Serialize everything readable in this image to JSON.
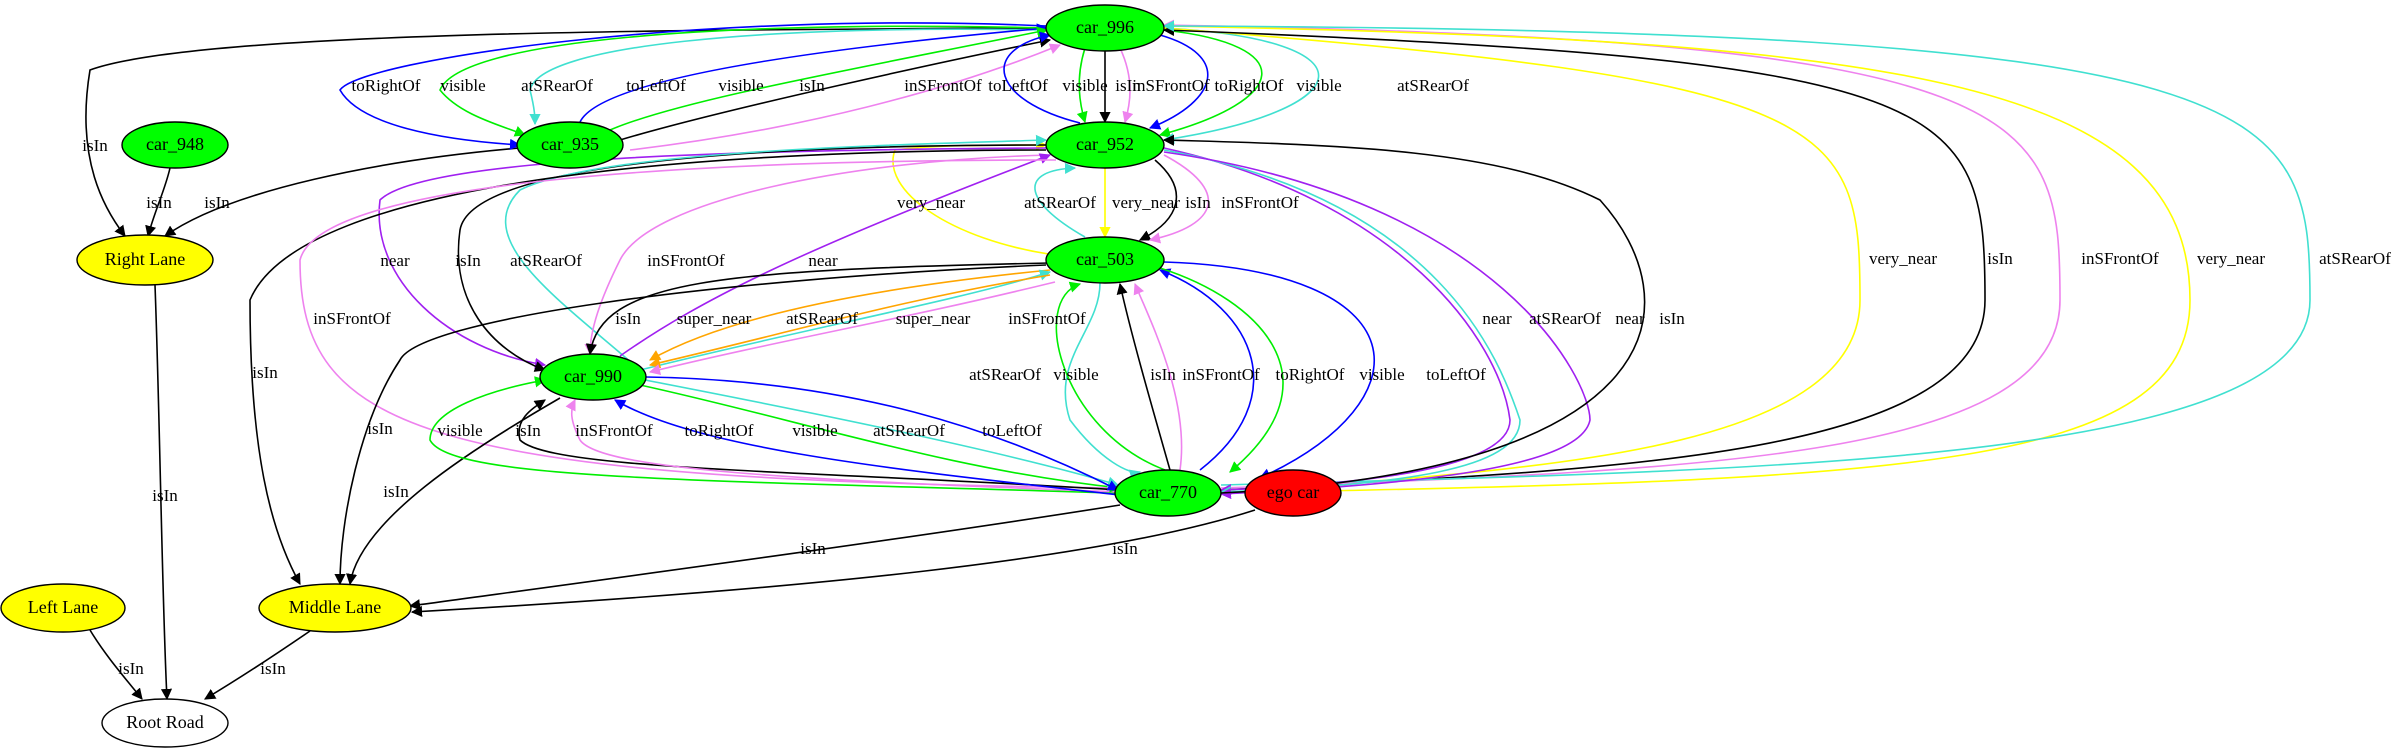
{
  "colors": {
    "green": "#00ff00",
    "yellow": "#ffff00",
    "red": "#ff0000",
    "white": "#ffffff",
    "black": "#000000",
    "blue": "#0000ff",
    "lime": "#00ee00",
    "turquoise": "#40e0d0",
    "violet": "#ee82ee",
    "purple": "#a020f0",
    "orange": "#ffa500",
    "gold": "#ffff00"
  },
  "nodes": [
    {
      "id": "car_996",
      "label": "car_996",
      "fill": "green"
    },
    {
      "id": "car_948",
      "label": "car_948",
      "fill": "green"
    },
    {
      "id": "car_935",
      "label": "car_935",
      "fill": "green"
    },
    {
      "id": "car_952",
      "label": "car_952",
      "fill": "green"
    },
    {
      "id": "right_lane",
      "label": "Right Lane",
      "fill": "yellow"
    },
    {
      "id": "car_503",
      "label": "car_503",
      "fill": "green"
    },
    {
      "id": "car_990",
      "label": "car_990",
      "fill": "green"
    },
    {
      "id": "car_770",
      "label": "car_770",
      "fill": "green"
    },
    {
      "id": "ego_car",
      "label": "ego car",
      "fill": "red"
    },
    {
      "id": "left_lane",
      "label": "Left Lane",
      "fill": "yellow"
    },
    {
      "id": "middle_lane",
      "label": "Middle Lane",
      "fill": "yellow"
    },
    {
      "id": "root_road",
      "label": "Root Road",
      "fill": "white"
    }
  ],
  "edges": [
    {
      "from": "car_996",
      "to": "right_lane",
      "label": "isIn",
      "color": "black"
    },
    {
      "from": "car_948",
      "to": "right_lane",
      "label": "isIn",
      "color": "black"
    },
    {
      "from": "car_935",
      "to": "right_lane",
      "label": "isIn",
      "color": "black"
    },
    {
      "from": "right_lane",
      "to": "root_road",
      "label": "isIn",
      "color": "black"
    },
    {
      "from": "left_lane",
      "to": "root_road",
      "label": "isIn",
      "color": "black"
    },
    {
      "from": "middle_lane",
      "to": "root_road",
      "label": "isIn",
      "color": "black"
    },
    {
      "from": "car_996",
      "to": "car_935",
      "label": "toRightOf",
      "color": "blue"
    },
    {
      "from": "car_996",
      "to": "car_935",
      "label": "visible",
      "color": "lime"
    },
    {
      "from": "car_996",
      "to": "car_935",
      "label": "atSRearOf",
      "color": "turquoise"
    },
    {
      "from": "car_935",
      "to": "car_996",
      "label": "toLeftOf",
      "color": "blue"
    },
    {
      "from": "car_935",
      "to": "car_996",
      "label": "visible",
      "color": "lime"
    },
    {
      "from": "car_935",
      "to": "car_996",
      "label": "isIn",
      "color": "black"
    },
    {
      "from": "car_935",
      "to": "car_996",
      "label": "inSFrontOf",
      "color": "violet"
    },
    {
      "from": "car_952",
      "to": "car_996",
      "label": "toLeftOf",
      "color": "blue"
    },
    {
      "from": "car_996",
      "to": "car_952",
      "label": "visible",
      "color": "lime"
    },
    {
      "from": "car_996",
      "to": "car_952",
      "label": "isIn",
      "color": "black"
    },
    {
      "from": "car_996",
      "to": "car_952",
      "label": "inSFrontOf",
      "color": "violet"
    },
    {
      "from": "car_996",
      "to": "car_952",
      "label": "toRightOf",
      "color": "blue"
    },
    {
      "from": "car_996",
      "to": "car_952",
      "label": "visible",
      "color": "lime"
    },
    {
      "from": "car_996",
      "to": "car_952",
      "label": "atSRearOf",
      "color": "turquoise"
    },
    {
      "from": "car_770",
      "to": "car_996",
      "label": "very_near",
      "color": "gold"
    },
    {
      "from": "car_770",
      "to": "car_996",
      "label": "isIn",
      "color": "black"
    },
    {
      "from": "car_770",
      "to": "car_996",
      "label": "inSFrontOf",
      "color": "violet"
    },
    {
      "from": "car_996",
      "to": "car_770",
      "label": "very_near",
      "color": "gold"
    },
    {
      "from": "car_770",
      "to": "car_996",
      "label": "atSRearOf",
      "color": "turquoise"
    },
    {
      "from": "car_503",
      "to": "car_952",
      "label": "very_near",
      "color": "gold"
    },
    {
      "from": "car_503",
      "to": "car_952",
      "label": "atSRearOf",
      "color": "turquoise"
    },
    {
      "from": "car_952",
      "to": "car_503",
      "label": "very_near",
      "color": "gold"
    },
    {
      "from": "car_952",
      "to": "car_503",
      "label": "isIn",
      "color": "black"
    },
    {
      "from": "car_952",
      "to": "car_503",
      "label": "inSFrontOf",
      "color": "violet"
    },
    {
      "from": "car_952",
      "to": "car_990",
      "label": "near",
      "color": "purple"
    },
    {
      "from": "car_952",
      "to": "car_990",
      "label": "isIn",
      "color": "black"
    },
    {
      "from": "car_990",
      "to": "car_952",
      "label": "atSRearOf",
      "color": "turquoise"
    },
    {
      "from": "car_952",
      "to": "car_990",
      "label": "inSFrontOf",
      "color": "violet"
    },
    {
      "from": "car_990",
      "to": "car_952",
      "label": "near",
      "color": "purple"
    },
    {
      "from": "car_952",
      "to": "middle_lane",
      "label": "isIn",
      "color": "black"
    },
    {
      "from": "car_952",
      "to": "car_770",
      "label": "inSFrontOf",
      "color": "violet"
    },
    {
      "from": "car_770",
      "to": "car_952",
      "label": "near",
      "color": "purple"
    },
    {
      "from": "car_952",
      "to": "car_770",
      "label": "atSRearOf",
      "color": "turquoise"
    },
    {
      "from": "car_952",
      "to": "car_770",
      "label": "near",
      "color": "purple"
    },
    {
      "from": "car_770",
      "to": "car_952",
      "label": "isIn",
      "color": "black"
    },
    {
      "from": "car_503",
      "to": "car_990",
      "label": "isIn",
      "color": "black"
    },
    {
      "from": "car_503",
      "to": "car_990",
      "label": "super_near",
      "color": "orange"
    },
    {
      "from": "car_990",
      "to": "car_503",
      "label": "atSRearOf",
      "color": "turquoise"
    },
    {
      "from": "car_503",
      "to": "car_990",
      "label": "super_near",
      "color": "orange"
    },
    {
      "from": "car_503",
      "to": "car_990",
      "label": "inSFrontOf",
      "color": "violet"
    },
    {
      "from": "car_503",
      "to": "middle_lane",
      "label": "isIn",
      "color": "black"
    },
    {
      "from": "car_503",
      "to": "car_770",
      "label": "atSRearOf",
      "color": "turquoise"
    },
    {
      "from": "car_770",
      "to": "car_503",
      "label": "visible",
      "color": "lime"
    },
    {
      "from": "car_770",
      "to": "car_503",
      "label": "isIn",
      "color": "black"
    },
    {
      "from": "car_770",
      "to": "car_503",
      "label": "inSFrontOf",
      "color": "violet"
    },
    {
      "from": "car_770",
      "to": "car_503",
      "label": "toRightOf",
      "color": "blue"
    },
    {
      "from": "car_503",
      "to": "car_770",
      "label": "visible",
      "color": "lime"
    },
    {
      "from": "car_503",
      "to": "car_770",
      "label": "toLeftOf",
      "color": "blue"
    },
    {
      "from": "car_990",
      "to": "middle_lane",
      "label": "isIn",
      "color": "black"
    },
    {
      "from": "car_770",
      "to": "car_990",
      "label": "visible",
      "color": "lime"
    },
    {
      "from": "car_770",
      "to": "car_990",
      "label": "isIn",
      "color": "black"
    },
    {
      "from": "car_770",
      "to": "car_990",
      "label": "inSFrontOf",
      "color": "violet"
    },
    {
      "from": "car_770",
      "to": "car_990",
      "label": "toRightOf",
      "color": "blue"
    },
    {
      "from": "car_990",
      "to": "car_770",
      "label": "visible",
      "color": "lime"
    },
    {
      "from": "car_990",
      "to": "car_770",
      "label": "atSRearOf",
      "color": "turquoise"
    },
    {
      "from": "car_990",
      "to": "car_770",
      "label": "toLeftOf",
      "color": "blue"
    },
    {
      "from": "car_770",
      "to": "middle_lane",
      "label": "isIn",
      "color": "black"
    },
    {
      "from": "ego_car",
      "to": "middle_lane",
      "label": "isIn",
      "color": "black"
    }
  ]
}
